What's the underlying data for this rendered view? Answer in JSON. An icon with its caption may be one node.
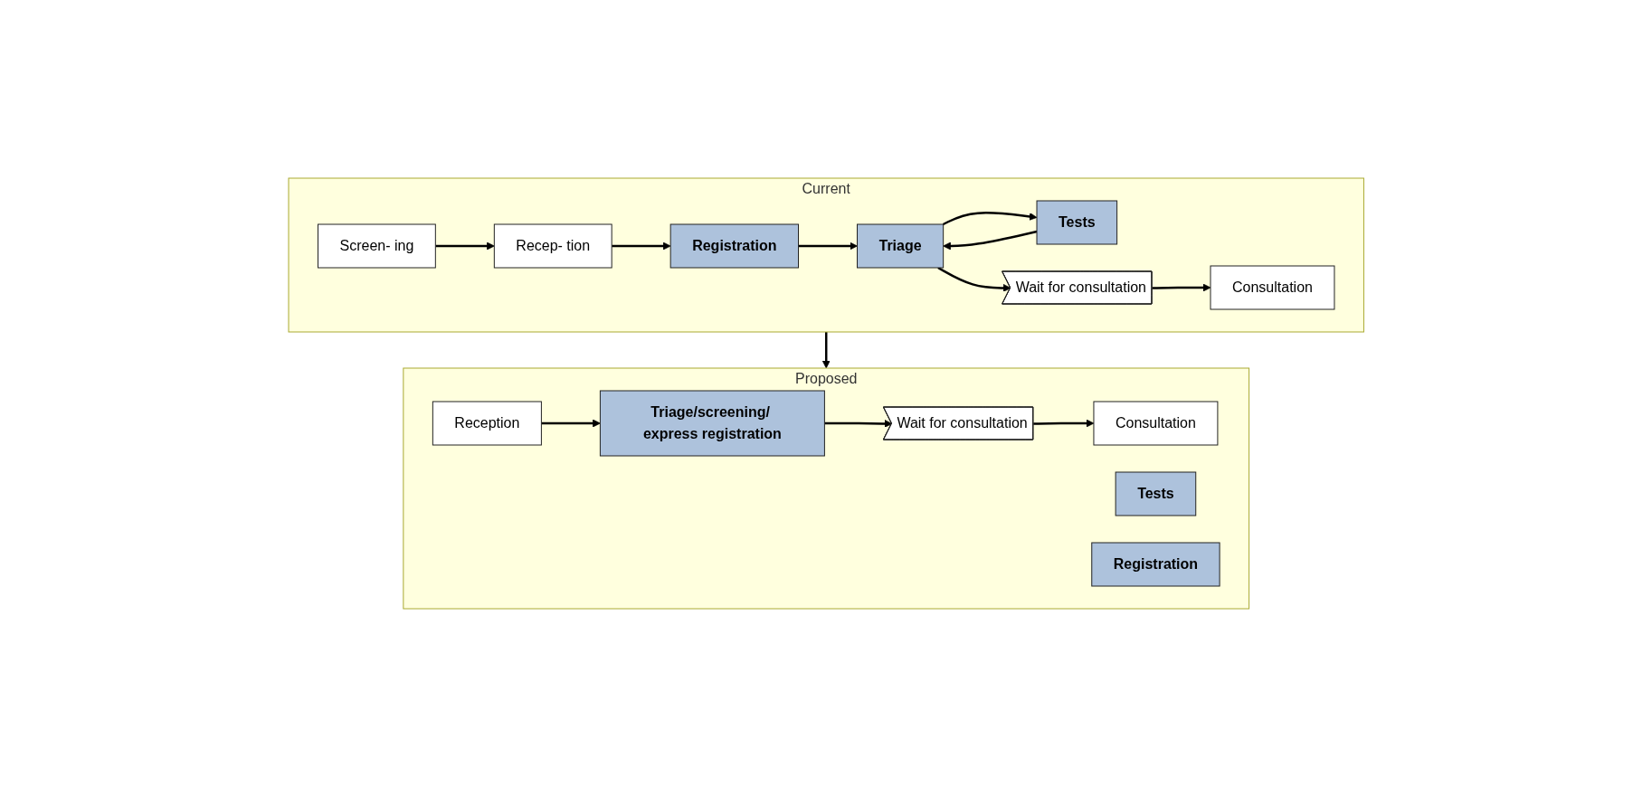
{
  "diagram": {
    "nodes": [
      {
        "text": [
          "Current"
        ]
      },
      {
        "text": [
          "Screen- ing"
        ],
        "in": 0
      },
      {
        "text": [
          "Recep- tion"
        ],
        "in": 0
      },
      {
        "text": [
          "Registration"
        ],
        "in": 0
      },
      {
        "text": [
          "Triage"
        ],
        "in": 0
      },
      {
        "text": [
          "Tests"
        ],
        "in": 0
      },
      {
        "text": [
          "Wait for consultation"
        ],
        "in": 0
      },
      {
        "text": [
          "Consultation"
        ],
        "in": 0
      },
      {
        "text": [
          "Proposed"
        ]
      },
      {
        "text": [
          "Reception"
        ],
        "in": 8
      },
      {
        "text": [
          "Triage/screening/ express registration"
        ],
        "in": 8
      },
      {
        "text": [
          "Wait for consultation"
        ],
        "in": 8
      },
      {
        "text": [
          "Tests"
        ],
        "in": 8
      },
      {
        "text": [
          "Registration"
        ],
        "in": 8
      },
      {
        "text": [
          "Consultation"
        ],
        "in": 8
      }
    ],
    "edges": [
      {
        "from": 1,
        "to": 2,
        "arrow": "to"
      },
      {
        "from": 2,
        "to": 3,
        "arrow": "to"
      },
      {
        "from": 3,
        "to": 4,
        "arrow": "to"
      },
      {
        "from": 4,
        "to": 5,
        "arrow": "to"
      },
      {
        "from": 5,
        "to": 4,
        "arrow": "to"
      },
      {
        "from": 4,
        "to": 6,
        "arrow": "to"
      },
      {
        "from": 6,
        "to": 7,
        "arrow": "to"
      },
      {
        "from": 0,
        "to": 8,
        "arrow": "to"
      },
      {
        "from": 9,
        "to": 10,
        "arrow": "to"
      },
      {
        "from": 10,
        "to": 11,
        "arrow": "to"
      },
      {
        "from": 11,
        "to": 14,
        "arrow": "to"
      }
    ]
  }
}
